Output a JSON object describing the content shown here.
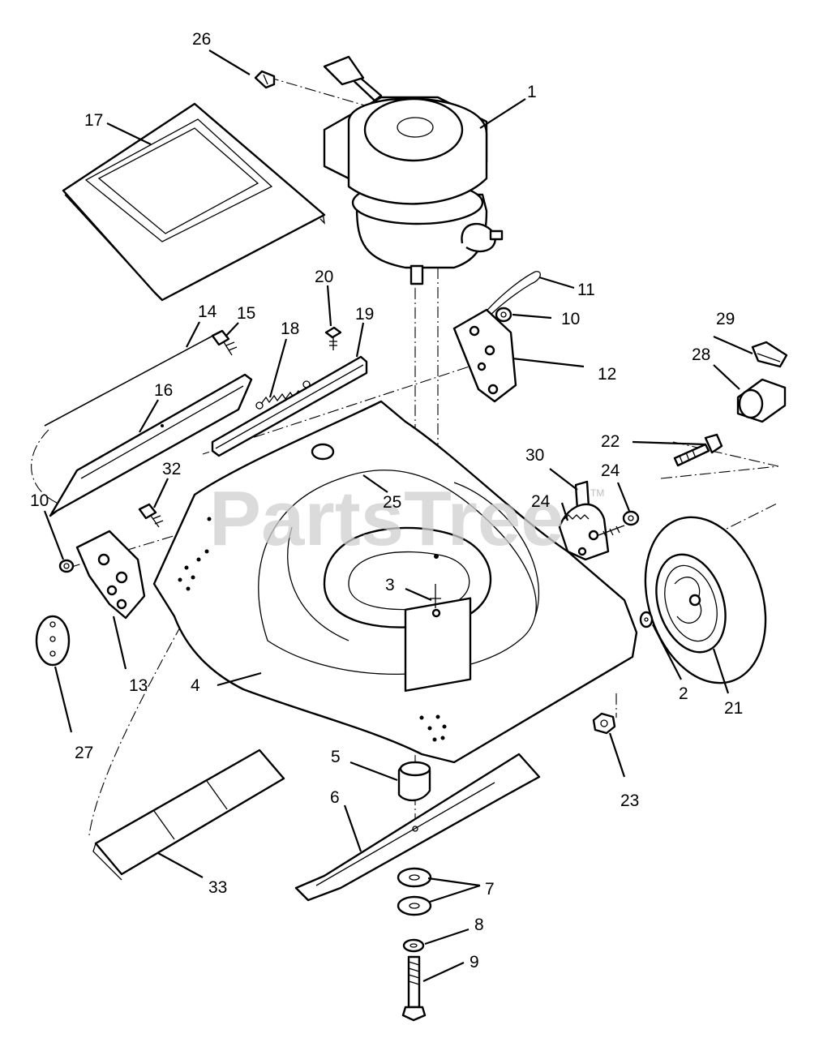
{
  "watermark": {
    "text": "PartsTree",
    "trademark": "TM"
  },
  "callouts": {
    "c1": "1",
    "c2": "2",
    "c3": "3",
    "c4": "4",
    "c5": "5",
    "c6": "6",
    "c7": "7",
    "c8": "8",
    "c9": "9",
    "c10a": "10",
    "c10b": "10",
    "c11": "11",
    "c12": "12",
    "c13": "13",
    "c14": "14",
    "c15": "15",
    "c16": "16",
    "c17": "17",
    "c18": "18",
    "c19": "19",
    "c20": "20",
    "c21": "21",
    "c22": "22",
    "c23": "23",
    "c24a": "24",
    "c24b": "24",
    "c25": "25",
    "c26": "26",
    "c27": "27",
    "c28": "28",
    "c29": "29",
    "c30": "30",
    "c32": "32",
    "c33": "33"
  },
  "colors": {
    "line": "#000000",
    "background": "#ffffff",
    "watermark": "#cfcfcf"
  }
}
